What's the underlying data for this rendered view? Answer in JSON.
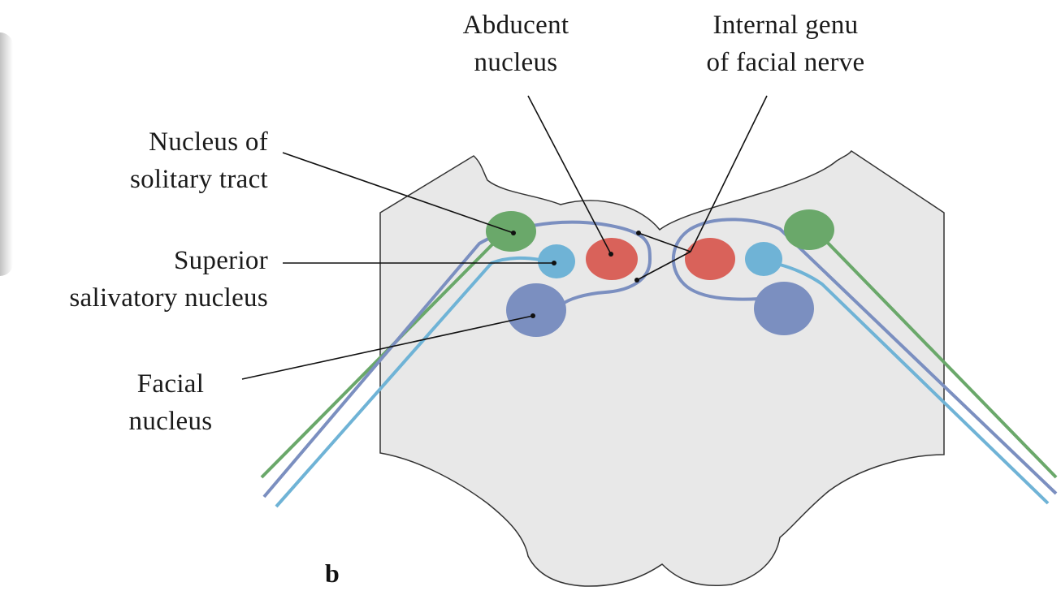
{
  "labels": {
    "abducent_nucleus": [
      "Abducent",
      "nucleus"
    ],
    "internal_genu": [
      "Internal genu",
      "of facial nerve"
    ],
    "nucleus_solitary_tract": [
      "Nucleus of",
      "solitary tract"
    ],
    "superior_salivatory_nucleus": [
      "Superior",
      "salivatory nucleus"
    ],
    "facial_nucleus": [
      "Facial",
      "nucleus"
    ]
  },
  "panel_letter": "b",
  "colors": {
    "brainstem_fill": "#e8e8e8",
    "outline": "#333333",
    "abducent": "#d9625a",
    "salivatory": "#6fb3d6",
    "facial": "#7b8fc0",
    "solitary": "#6aa86a",
    "facial_nerve_fibers": "#7b8fc0",
    "leader_line": "#111111"
  }
}
